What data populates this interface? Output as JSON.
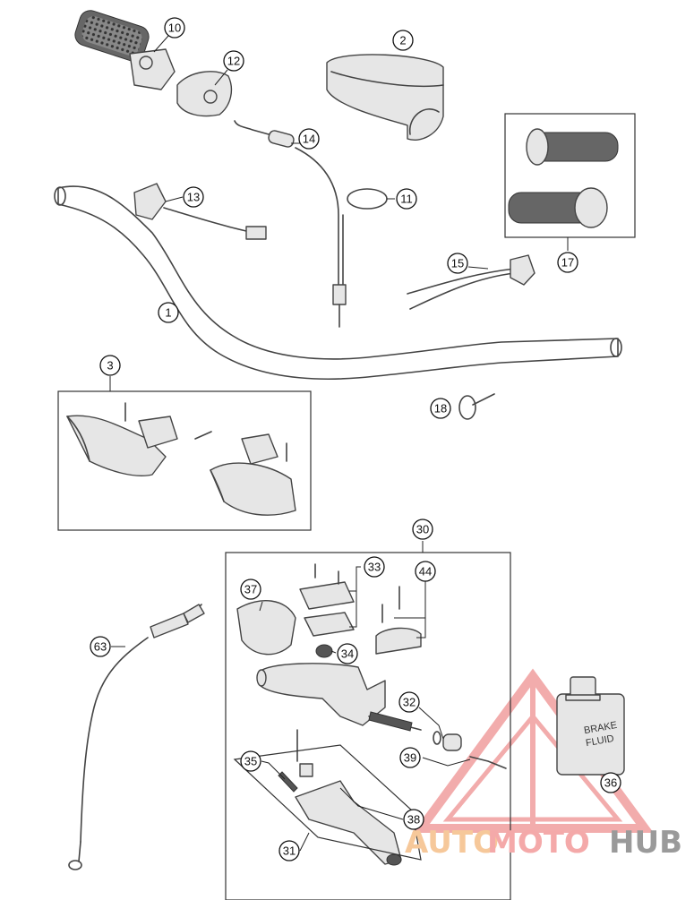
{
  "callouts": [
    {
      "id": "10",
      "name": "callout-10"
    },
    {
      "id": "12",
      "name": "callout-12"
    },
    {
      "id": "2",
      "name": "callout-2"
    },
    {
      "id": "14",
      "name": "callout-14"
    },
    {
      "id": "11",
      "name": "callout-11"
    },
    {
      "id": "13",
      "name": "callout-13"
    },
    {
      "id": "17",
      "name": "callout-17"
    },
    {
      "id": "15",
      "name": "callout-15"
    },
    {
      "id": "1",
      "name": "callout-1"
    },
    {
      "id": "3",
      "name": "callout-3"
    },
    {
      "id": "18",
      "name": "callout-18"
    },
    {
      "id": "30",
      "name": "callout-30"
    },
    {
      "id": "33",
      "name": "callout-33"
    },
    {
      "id": "44",
      "name": "callout-44"
    },
    {
      "id": "37",
      "name": "callout-37"
    },
    {
      "id": "34",
      "name": "callout-34"
    },
    {
      "id": "63",
      "name": "callout-63"
    },
    {
      "id": "32",
      "name": "callout-32"
    },
    {
      "id": "35",
      "name": "callout-35"
    },
    {
      "id": "39",
      "name": "callout-39"
    },
    {
      "id": "38",
      "name": "callout-38"
    },
    {
      "id": "31",
      "name": "callout-31"
    },
    {
      "id": "36",
      "name": "callout-36"
    }
  ],
  "bottle": {
    "line1": "BRAKE",
    "line2": "FLUID"
  },
  "watermark": {
    "part1": "AUTO",
    "part2": "MOTO",
    "part3": "HUB",
    "color1": "#f6c89a",
    "color2": "#f4a9a9",
    "color3": "#9a9a9a"
  }
}
